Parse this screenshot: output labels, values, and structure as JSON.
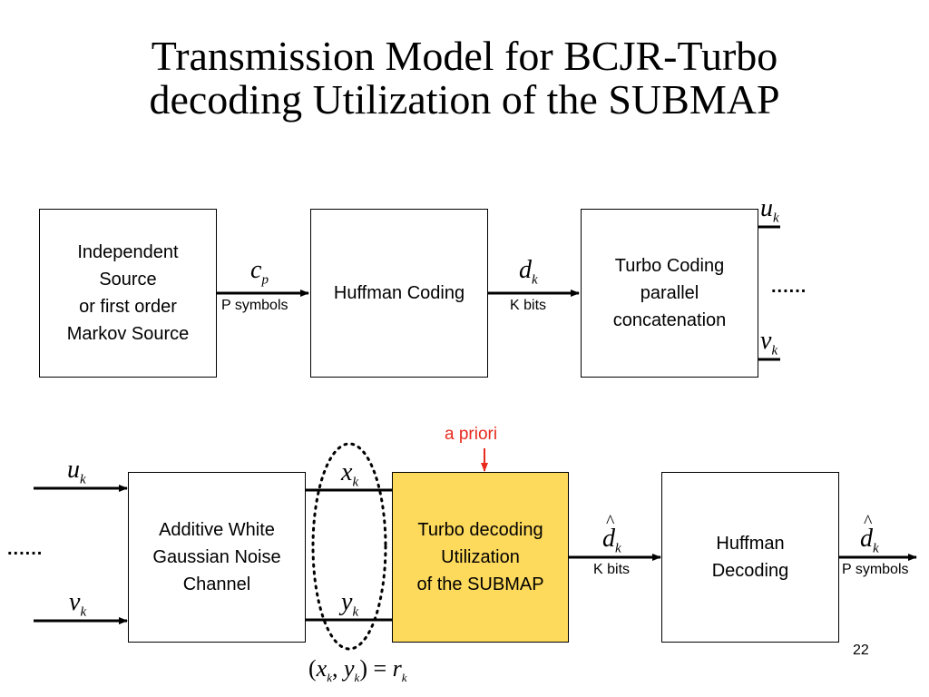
{
  "title": {
    "line1": "Transmission Model for BCJR-Turbo",
    "line2": "decoding Utilization of the SUBMAP"
  },
  "top_row": {
    "source_box": [
      "Independent",
      "Source",
      "or first order",
      "Markov Source"
    ],
    "cp_var": "c",
    "cp_sub": "p",
    "cp_label": "P symbols",
    "huffman_box": "Huffman Coding",
    "dk_var": "d",
    "dk_sub": "k",
    "dk_label": "K bits",
    "turbo_box": [
      "Turbo Coding",
      "parallel",
      "concatenation"
    ],
    "uk_var": "u",
    "uk_sub": "k",
    "vk_var": "v",
    "vk_sub": "k",
    "dots": "......"
  },
  "bottom_row": {
    "uk_var": "u",
    "uk_sub": "k",
    "vk_var": "v",
    "vk_sub": "k",
    "dots": "......",
    "awgn_box": [
      "Additive White",
      "Gaussian Noise",
      "Channel"
    ],
    "xk_var": "x",
    "xk_sub": "k",
    "yk_var": "y",
    "yk_sub": "k",
    "a_priori": "a priori",
    "turbo_dec_box": [
      "Turbo decoding",
      "Utilization",
      "of the SUBMAP"
    ],
    "dhat_var": "d",
    "dhat_sub": "k",
    "dhat_label": "K bits",
    "huffman_dec_box": [
      "Huffman",
      "Decoding"
    ],
    "dhat2_var": "d",
    "dhat2_sub": "k",
    "dhat2_label": "P symbols"
  },
  "formula": {
    "x": "x",
    "x_sub": "k",
    "y": "y",
    "y_sub": "k",
    "r": "r",
    "r_sub": "k"
  },
  "page_number": "22",
  "colors": {
    "highlight_box": "#fdd95c",
    "a_priori_red": "#e8291c"
  }
}
